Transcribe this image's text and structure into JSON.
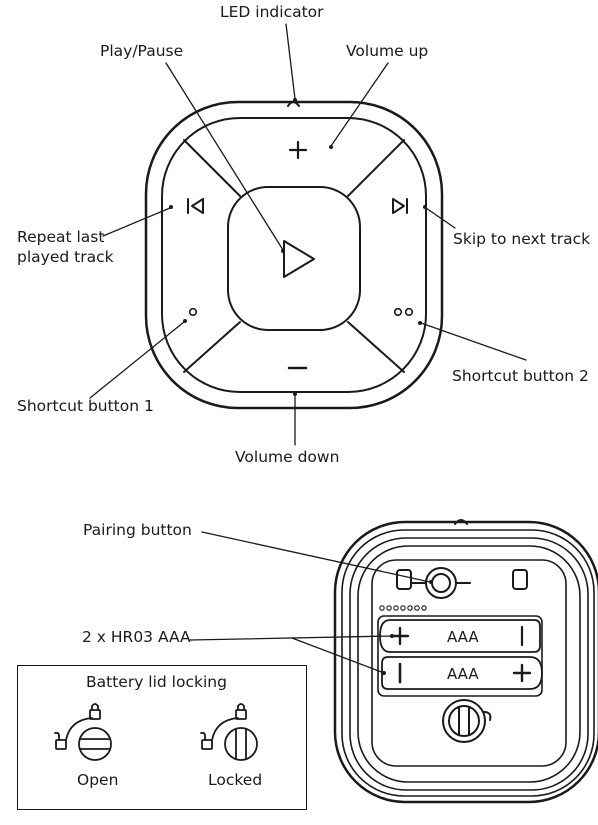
{
  "remote_front": {
    "labels": {
      "led_indicator": "LED indicator",
      "play_pause": "Play/Pause",
      "volume_up": "Volume up",
      "repeat_last": "Repeat last played track",
      "skip_next": "Skip to next track",
      "shortcut_1": "Shortcut button 1",
      "shortcut_2": "Shortcut button 2",
      "volume_down": "Volume down"
    },
    "icons": [
      "plus-icon",
      "minus-icon",
      "play-icon",
      "previous-track-icon",
      "next-track-icon",
      "single-dot-icon",
      "double-dot-icon"
    ]
  },
  "remote_back": {
    "labels": {
      "pairing_button": "Pairing button",
      "batteries": "2 x HR03 AAA"
    },
    "battery_1_text": "AAA",
    "battery_2_text": "AAA"
  },
  "lid_locking": {
    "title": "Battery lid locking",
    "open_label": "Open",
    "locked_label": "Locked"
  }
}
